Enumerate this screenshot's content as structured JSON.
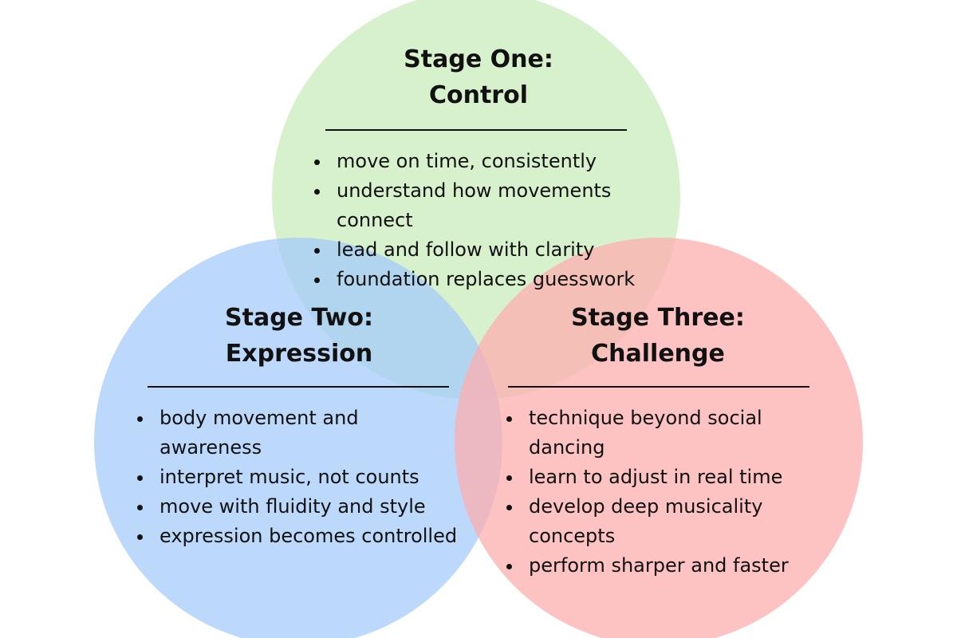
{
  "colors": {
    "stage_one_fill": "#c9ecbc",
    "stage_two_fill": "#a6cbfa",
    "stage_three_fill": "#fcadad",
    "text": "#111111"
  },
  "stages": [
    {
      "title_lines": [
        "Stage One:",
        "Control"
      ],
      "items": [
        "move on time, consistently",
        "understand how movements",
        "connect",
        "lead and follow with clarity",
        "foundation replaces guesswork"
      ]
    },
    {
      "title_lines": [
        "Stage Two:",
        "Expression"
      ],
      "items": [
        "body movement and",
        "awareness",
        "interpret music, not counts",
        "move with fluidity and style",
        "expression becomes controlled"
      ]
    },
    {
      "title_lines": [
        "Stage Three:",
        "Challenge"
      ],
      "items": [
        "technique beyond social",
        "dancing",
        "learn to adjust in real time",
        "develop deep musicality",
        "concepts",
        "perform sharper and faster"
      ]
    }
  ]
}
